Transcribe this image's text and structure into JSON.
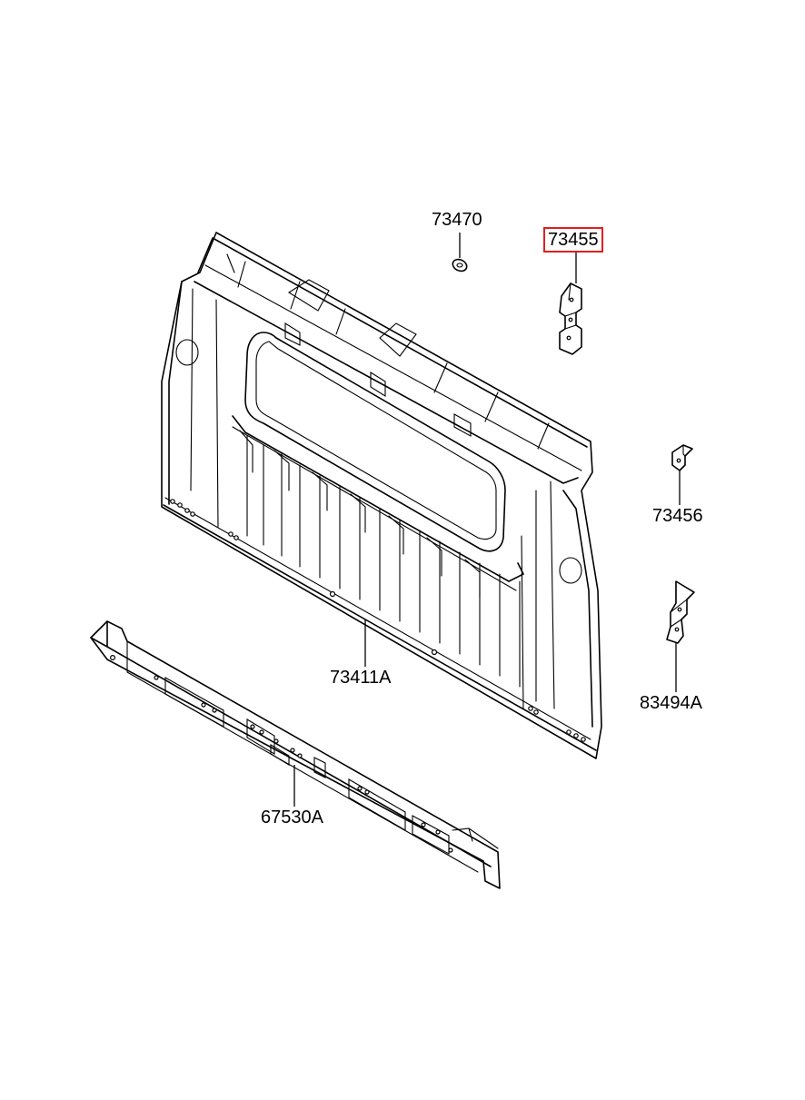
{
  "parts": {
    "p73470": {
      "number": "73470",
      "highlighted": false
    },
    "p73455": {
      "number": "73455",
      "highlighted": true
    },
    "p73456": {
      "number": "73456",
      "highlighted": false
    },
    "p73411A": {
      "number": "73411A",
      "highlighted": false
    },
    "p83494A": {
      "number": "83494A",
      "highlighted": false
    },
    "p67530A": {
      "number": "67530A",
      "highlighted": false
    }
  },
  "colors": {
    "line": "#000000",
    "highlight_border": "#e02020",
    "background": "#ffffff"
  }
}
